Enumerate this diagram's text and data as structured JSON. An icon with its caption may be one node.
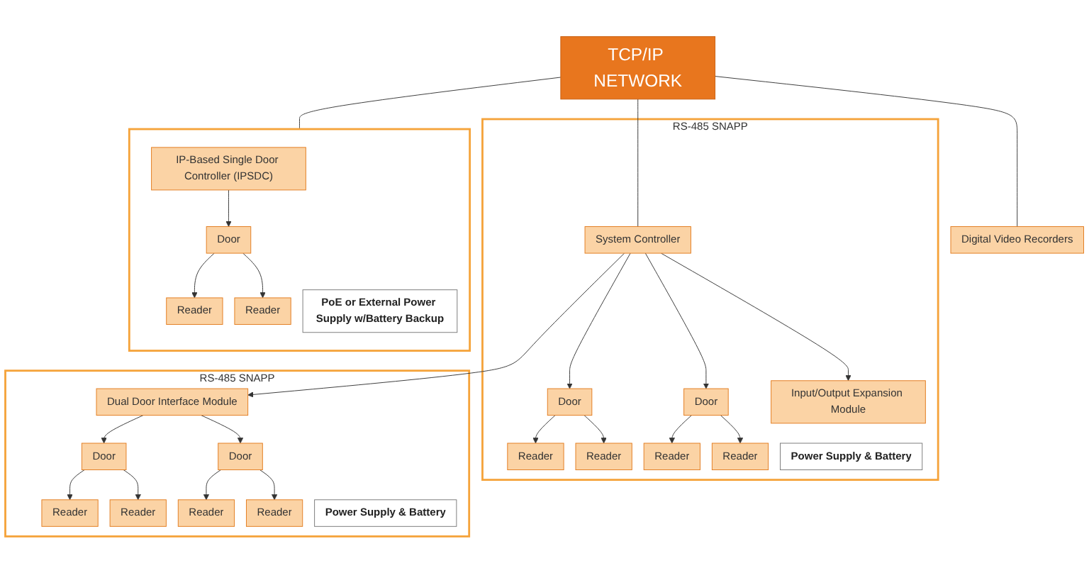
{
  "diagram": {
    "nodes": [
      {
        "text": [
          "TCP/IP NETWORK"
        ]
      },
      {
        "text": [
          "Digital Video Recorders"
        ]
      },
      {
        "text": [
          "RS-485 SNAPP"
        ]
      },
      {
        "text": [
          "System Controller"
        ],
        "in": 2
      },
      {
        "text": [
          "Door"
        ],
        "in": 2
      },
      {
        "text": [
          "Reader"
        ],
        "in": 2
      },
      {
        "text": [
          "Reader"
        ],
        "in": 2
      },
      {
        "text": [
          "Door"
        ],
        "in": 2
      },
      {
        "text": [
          "Reader"
        ],
        "in": 2
      },
      {
        "text": [
          "Reader"
        ],
        "in": 2
      },
      {
        "text": [
          "Input/Output Expansion Module"
        ],
        "in": 2
      },
      {
        "text": [
          "Power Supply & Battery"
        ],
        "in": 2
      },
      {
        "text": [
          "RS-485 SNAPP"
        ]
      },
      {
        "text": [
          "Dual Door Interface Module"
        ],
        "in": 12
      },
      {
        "text": [
          "Door"
        ],
        "in": 12
      },
      {
        "text": [
          "Reader"
        ],
        "in": 12
      },
      {
        "text": [
          "Reader"
        ],
        "in": 12
      },
      {
        "text": [
          "Door"
        ],
        "in": 12
      },
      {
        "text": [
          "Reader"
        ],
        "in": 12
      },
      {
        "text": [
          "Reader"
        ],
        "in": 12
      },
      {
        "text": [
          "Power Supply & Battery"
        ],
        "in": 12
      },
      {
        "text": [],
        "shape": "box"
      },
      {
        "text": [
          "IP-Based Single Door Controller (IPSDC)"
        ],
        "in": 21
      },
      {
        "text": [
          "Door"
        ],
        "in": 21
      },
      {
        "text": [
          "Reader"
        ],
        "in": 21
      },
      {
        "text": [
          "Reader"
        ],
        "in": 21
      },
      {
        "text": [
          "PoE or External Power Supply w/Battery Backup"
        ],
        "in": 21
      }
    ],
    "edges": [
      {
        "from": 0,
        "to": 1,
        "arrow": "none"
      },
      {
        "from": 0,
        "to": 3,
        "arrow": "none"
      },
      {
        "from": 0,
        "to": 21,
        "arrow": "none"
      },
      {
        "from": 3,
        "to": 13,
        "arrow": "to"
      },
      {
        "from": 3,
        "to": 4,
        "arrow": "to"
      },
      {
        "from": 3,
        "to": 7,
        "arrow": "to"
      },
      {
        "from": 3,
        "to": 10,
        "arrow": "to"
      },
      {
        "from": 4,
        "to": 5,
        "arrow": "to"
      },
      {
        "from": 4,
        "to": 6,
        "arrow": "to"
      },
      {
        "from": 7,
        "to": 8,
        "arrow": "to"
      },
      {
        "from": 7,
        "to": 9,
        "arrow": "to"
      },
      {
        "from": 13,
        "to": 14,
        "arrow": "to"
      },
      {
        "from": 13,
        "to": 17,
        "arrow": "to"
      },
      {
        "from": 14,
        "to": 15,
        "arrow": "to"
      },
      {
        "from": 14,
        "to": 16,
        "arrow": "to"
      },
      {
        "from": 17,
        "to": 18,
        "arrow": "to"
      },
      {
        "from": 17,
        "to": 19,
        "arrow": "to"
      },
      {
        "from": 22,
        "to": 23,
        "arrow": "to"
      },
      {
        "from": 23,
        "to": 24,
        "arrow": "to"
      },
      {
        "from": 23,
        "to": 25,
        "arrow": "to"
      }
    ]
  }
}
